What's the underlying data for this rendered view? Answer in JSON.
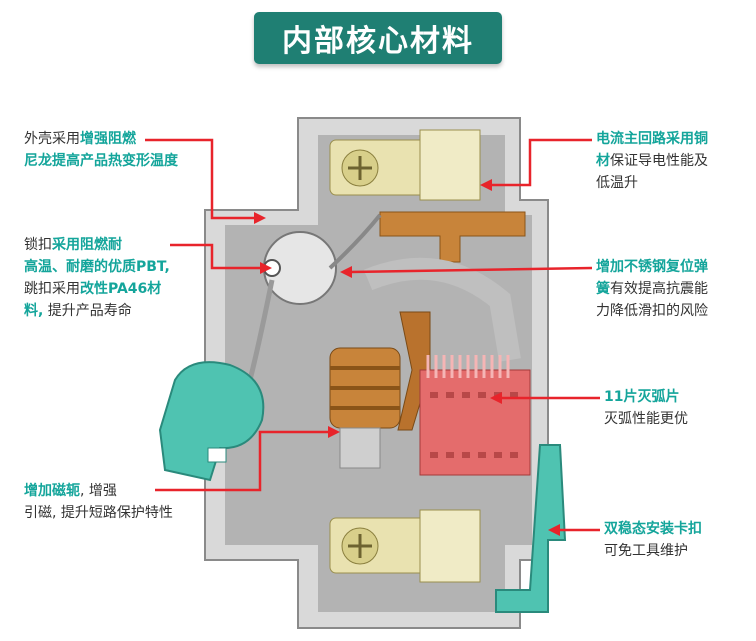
{
  "title": "内部核心材料",
  "colors": {
    "banner": "#1f7f73",
    "highlight": "#14a59b",
    "leader_line": "#e8242b",
    "housing": "#d9d9d9",
    "teal_part": "#4fc3b1",
    "copper": "#c8843a",
    "arc_chute": "#e46c6c"
  },
  "callouts": {
    "housing": {
      "line1_plain": "外壳采用",
      "line1_hl": "增强阻燃",
      "line2_hl": "尼龙提高产品热变形温度"
    },
    "latch": {
      "line1_plain": "锁扣",
      "line1_hl": "采用阻燃耐",
      "line2_hl": "高温、耐磨的优质PBT,",
      "line3_plain": "跳扣采用",
      "line3_hl": "改性PA46材",
      "line4_hl": "料,",
      "line4_plain": " 提升产品寿命"
    },
    "yoke": {
      "line1_hl": "增加磁轭",
      "line1_plain": ", 增强",
      "line2_plain": "引磁, 提升短路保护特性"
    },
    "conductor": {
      "line1_hl": "电流主回路采用铜",
      "line2_hl": "材",
      "line2_plain": "保证导电性能及",
      "line3_plain": "低温升"
    },
    "spring": {
      "line1_hl": "增加不锈钢复位弹",
      "line2_hl": "簧",
      "line2_plain": "有效提高抗震能",
      "line3_plain": "力降低滑扣的风险"
    },
    "arc": {
      "line1_hl": "11片灭弧片",
      "line2_plain": "灭弧性能更优"
    },
    "clip": {
      "line1_hl": "双稳态安装卡扣",
      "line2_plain": "可免工具维护"
    }
  }
}
